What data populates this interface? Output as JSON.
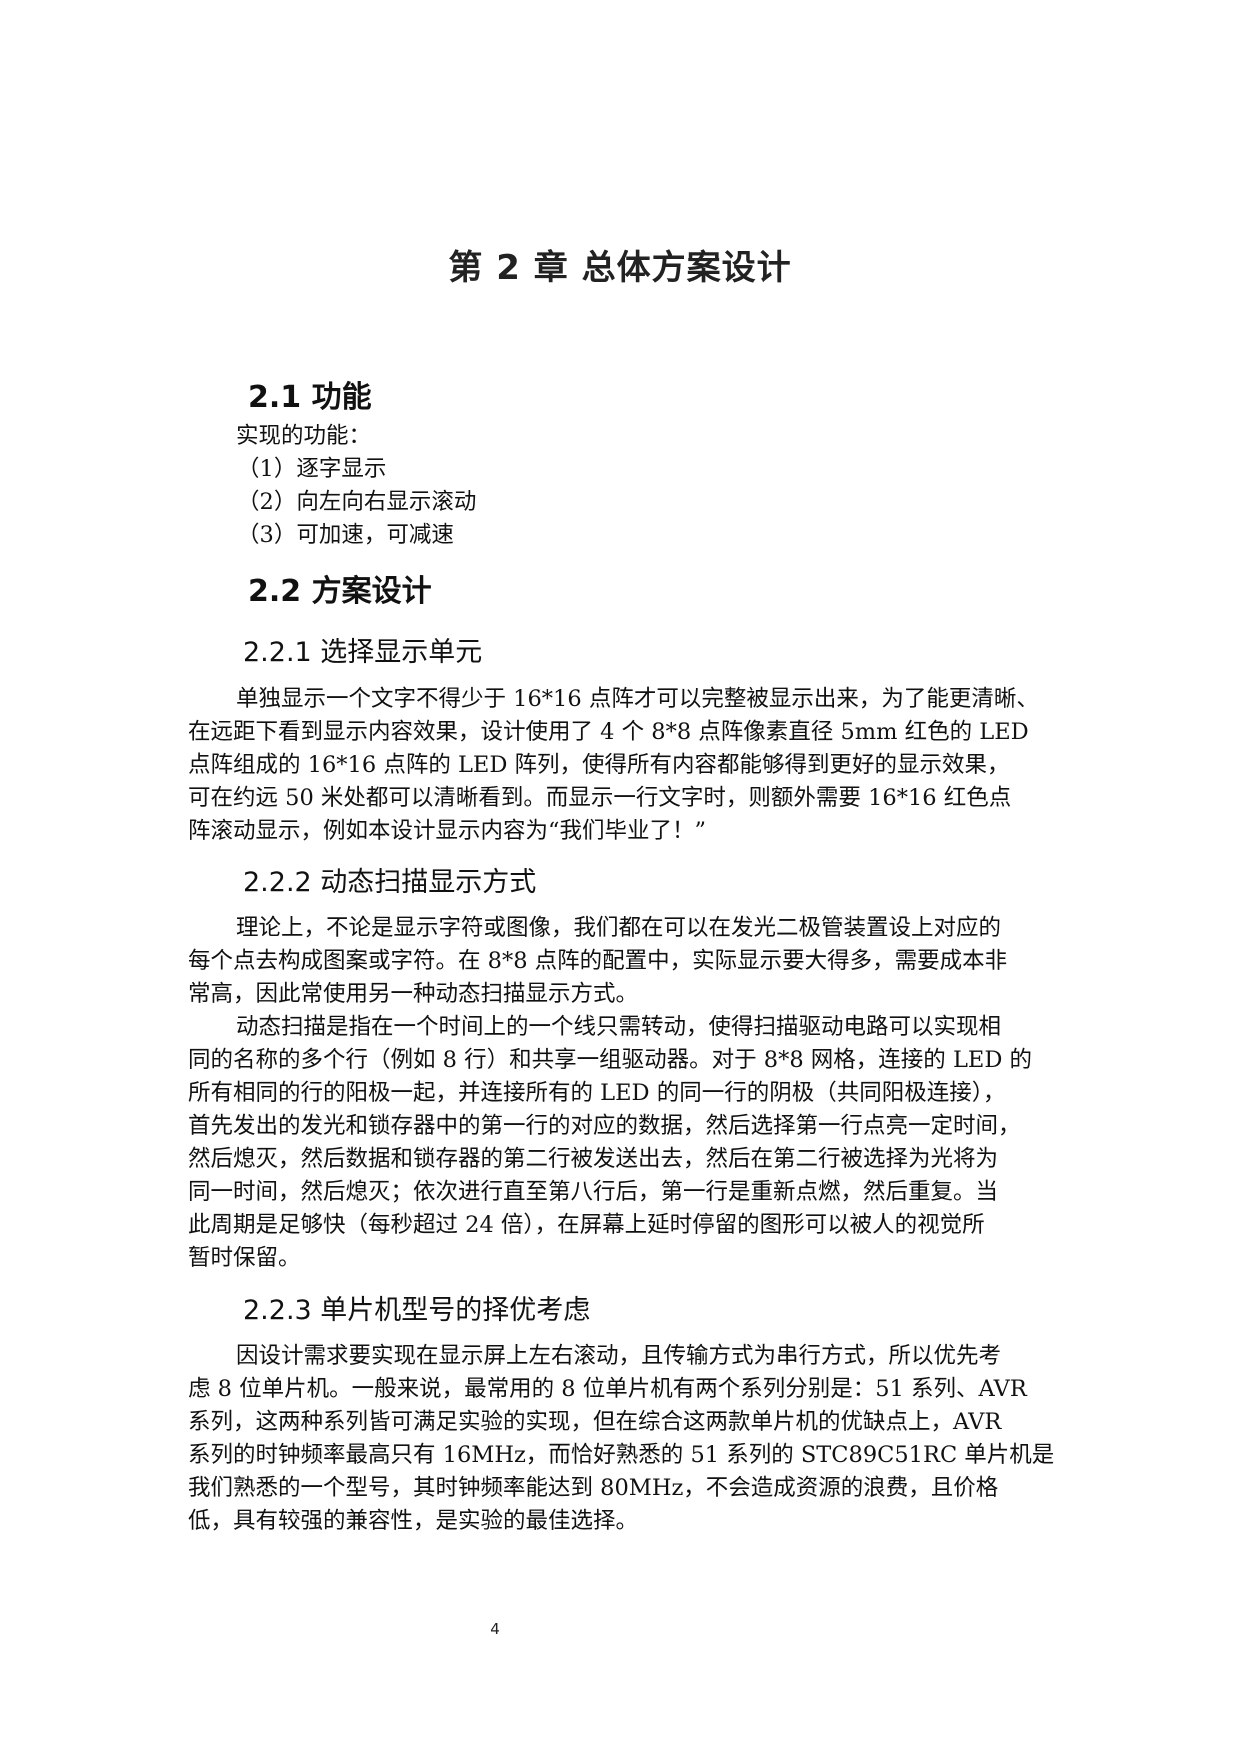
{
  "chapter": {
    "title": "第 2 章  总体方案设计"
  },
  "section_2_1": {
    "heading": "2.1  功能",
    "intro": "实现的功能：",
    "items": [
      "（1）逐字显示",
      "（2）向左向右显示滚动",
      "（3）可加速，可减速"
    ]
  },
  "section_2_2": {
    "heading": "2.2  方案设计",
    "sub_2_2_1": {
      "heading": "2.2.1  选择显示单元",
      "lines": [
        "单独显示一个文字不得少于 16*16 点阵才可以完整被显示出来，为了能更清晰、",
        "在远距下看到显示内容效果，设计使用了 4 个 8*8 点阵像素直径 5mm 红色的 LED",
        "点阵组成的 16*16 点阵的 LED 阵列，使得所有内容都能够得到更好的显示效果，",
        "可在约远 50 米处都可以清晰看到。而显示一行文字时，则额外需要 16*16 红色点",
        "阵滚动显示，例如本设计显示内容为“我们毕业了！”"
      ]
    },
    "sub_2_2_2": {
      "heading": "2.2.2  动态扫描显示方式",
      "lines": [
        "理论上，不论是显示字符或图像，我们都在可以在发光二极管装置设上对应的",
        "每个点去构成图案或字符。在 8*8 点阵的配置中，实际显示要大得多，需要成本非",
        "常高，因此常使用另一种动态扫描显示方式。",
        "动态扫描是指在一个时间上的一个线只需转动，使得扫描驱动电路可以实现相",
        "同的名称的多个行（例如 8 行）和共享一组驱动器。对于 8*8 网格，连接的 LED 的",
        "所有相同的行的阳极一起，并连接所有的 LED 的同一行的阴极（共同阳极连接），",
        "首先发出的发光和锁存器中的第一行的对应的数据，然后选择第一行点亮一定时间，",
        "然后熄灭，然后数据和锁存器的第二行被发送出去，然后在第二行被选择为光将为",
        "同一时间，然后熄灭；依次进行直至第八行后，第一行是重新点燃，然后重复。当",
        "此周期是足够快（每秒超过 24 倍），在屏幕上延时停留的图形可以被人的视觉所",
        "暂时保留。"
      ]
    },
    "sub_2_2_3": {
      "heading": "2.2.3  单片机型号的择优考虑",
      "lines": [
        "因设计需求要实现在显示屏上左右滚动，且传输方式为串行方式，所以优先考",
        "虑 8 位单片机。一般来说，最常用的 8 位单片机有两个系列分别是：51 系列、AVR",
        "系列，这两种系列皆可满足实验的实现，但在综合这两款单片机的优缺点上，AVR",
        "系列的时钟频率最高只有 16MHz，而恰好熟悉的 51 系列的 STC89C51RC 单片机是",
        "我们熟悉的一个型号，其时钟频率能达到 80MHz，不会造成资源的浪费，且价格",
        "低，具有较强的兼容性，是实验的最佳选择。"
      ]
    }
  },
  "footer": {
    "page_number": "4"
  }
}
